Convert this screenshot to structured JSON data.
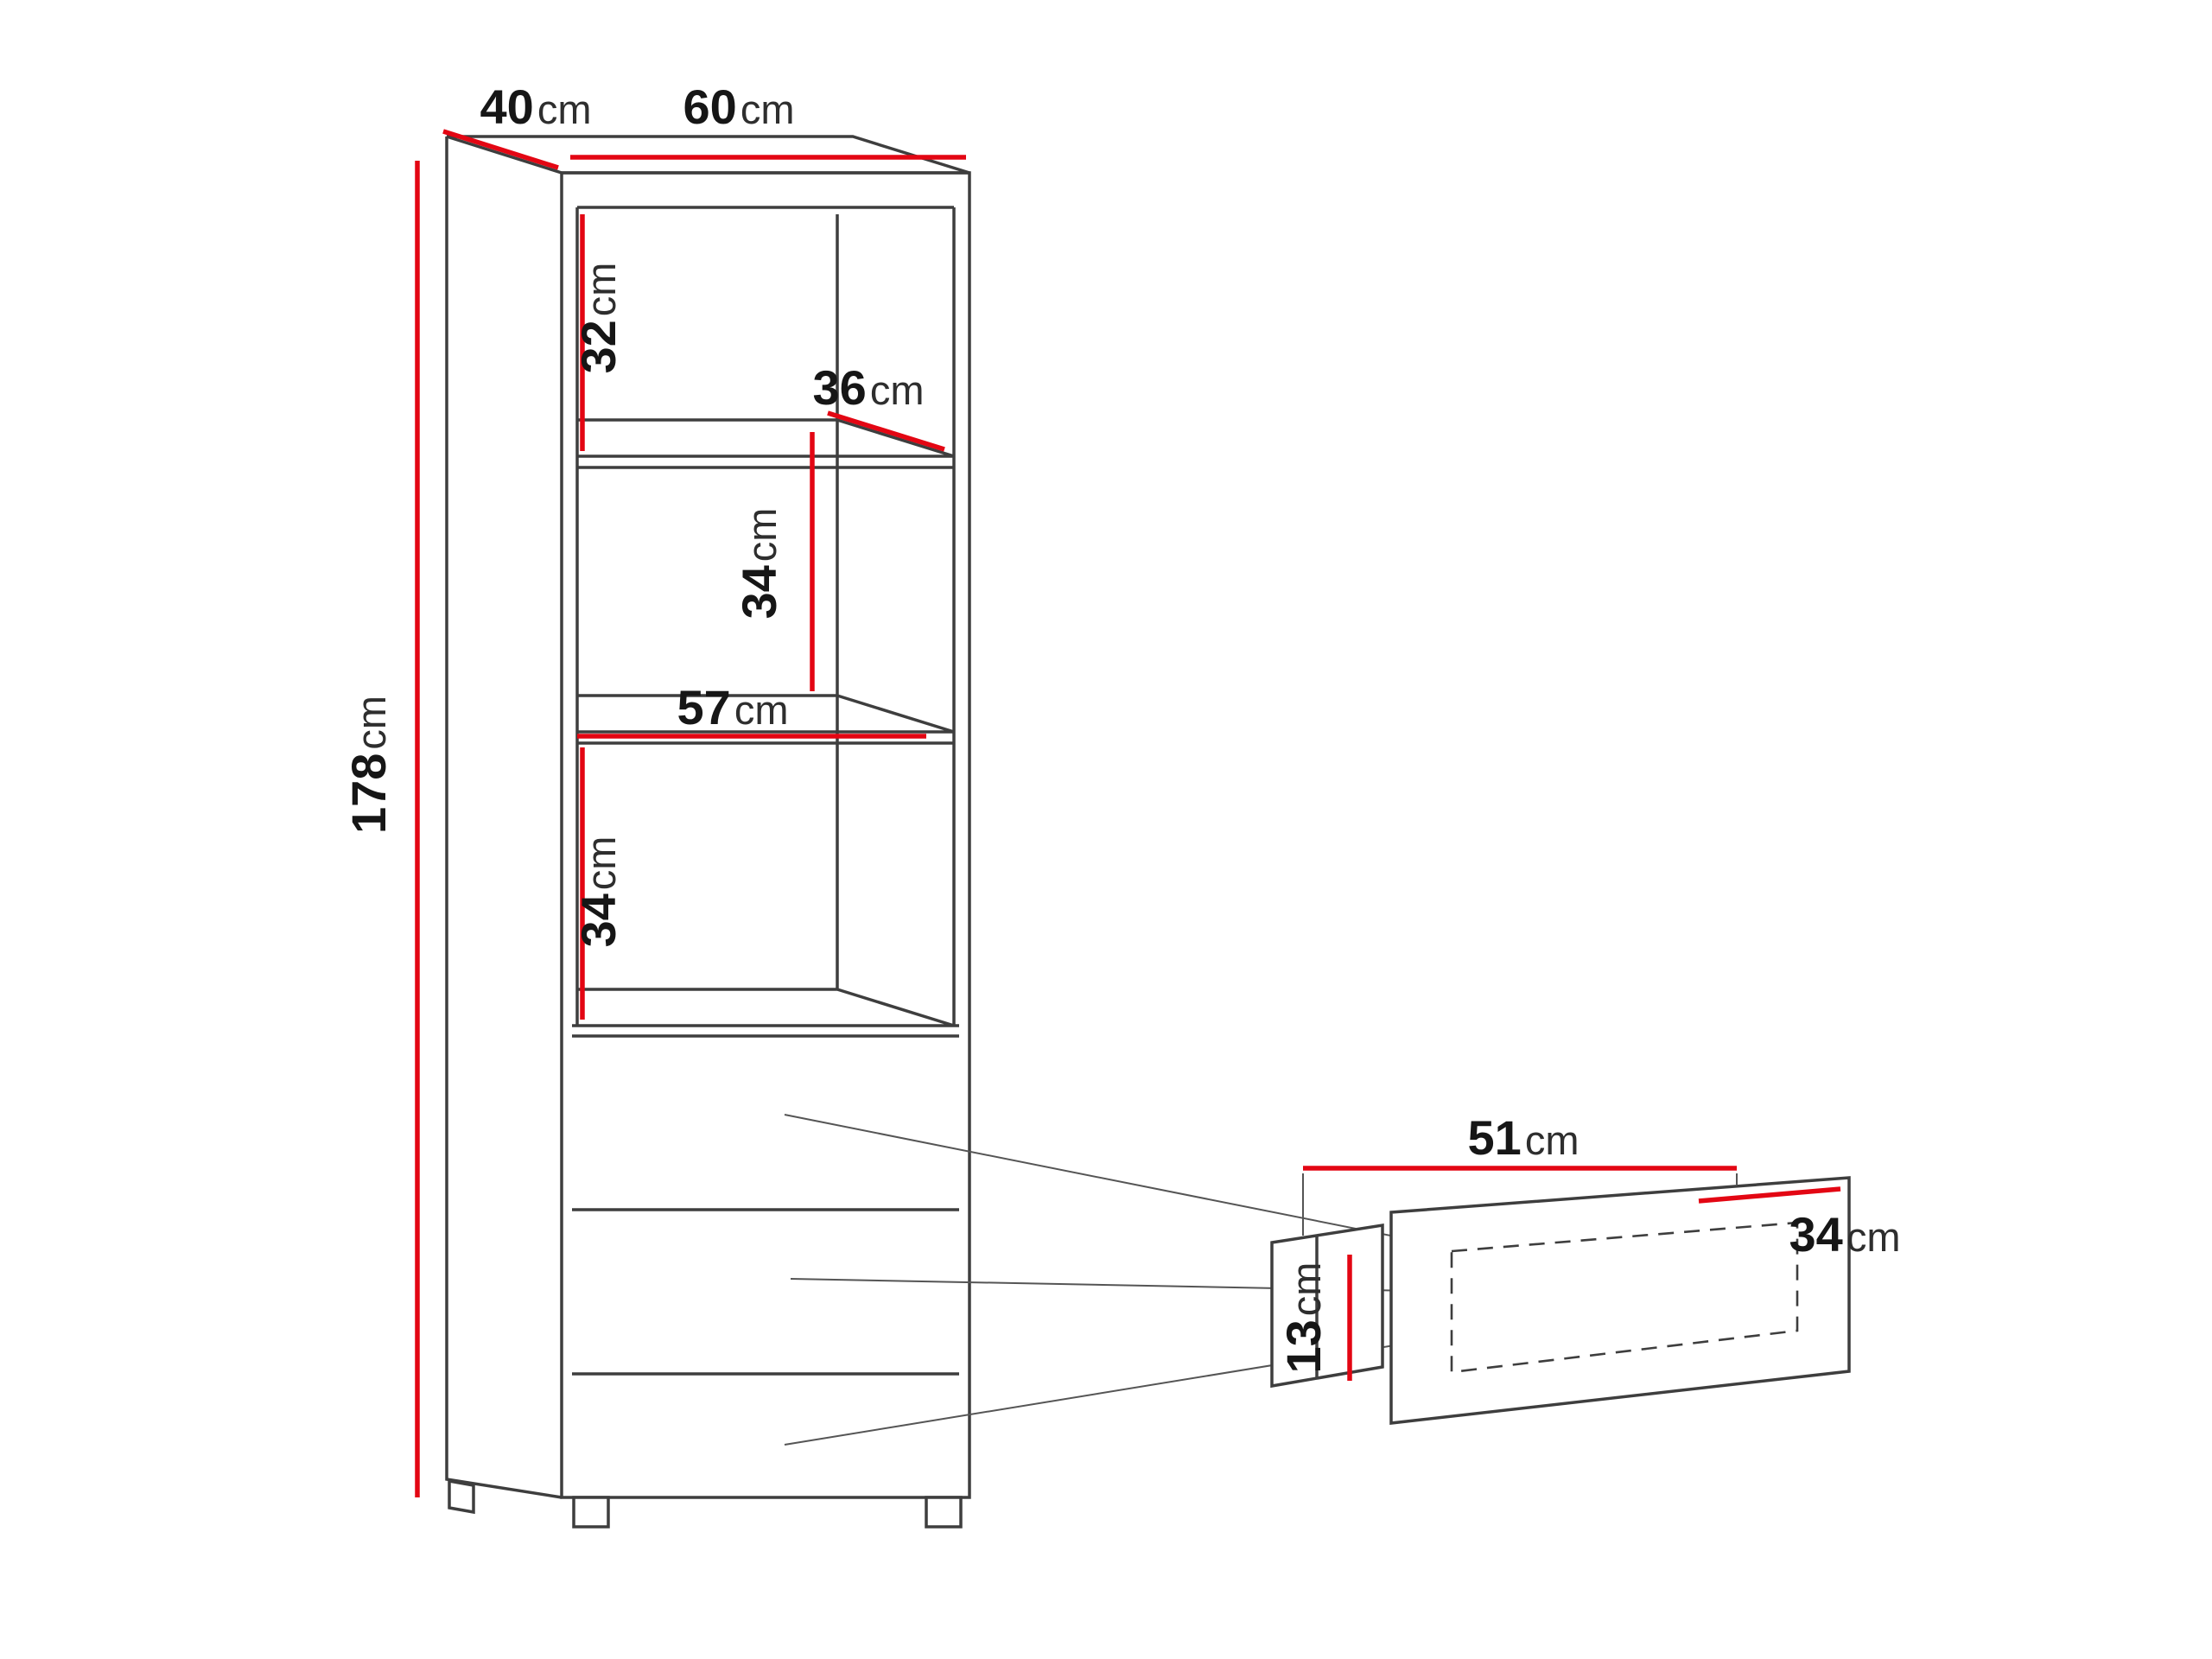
{
  "diagram": {
    "name": "cabinet-with-drawer-dimension-drawing",
    "background": "#ffffff",
    "colors": {
      "outline": "#3e3e3e",
      "dimension": "#e30613",
      "pointer": "#555555",
      "number_text": "#161616",
      "unit_text": "#2e2e2e"
    },
    "cabinet": {
      "depth": {
        "value": "40",
        "unit": "cm"
      },
      "width": {
        "value": "60",
        "unit": "cm"
      },
      "height": {
        "value": "178",
        "unit": "cm"
      },
      "compartment_top_height": {
        "value": "32",
        "unit": "cm"
      },
      "shelf_depth": {
        "value": "36",
        "unit": "cm"
      },
      "compartment_middle_height": {
        "value": "34",
        "unit": "cm"
      },
      "shelf_width": {
        "value": "57",
        "unit": "cm"
      },
      "compartment_bottom_height": {
        "value": "34",
        "unit": "cm"
      }
    },
    "drawer": {
      "width": {
        "value": "51",
        "unit": "cm"
      },
      "depth": {
        "value": "34",
        "unit": "cm"
      },
      "height": {
        "value": "13",
        "unit": "cm"
      }
    }
  }
}
